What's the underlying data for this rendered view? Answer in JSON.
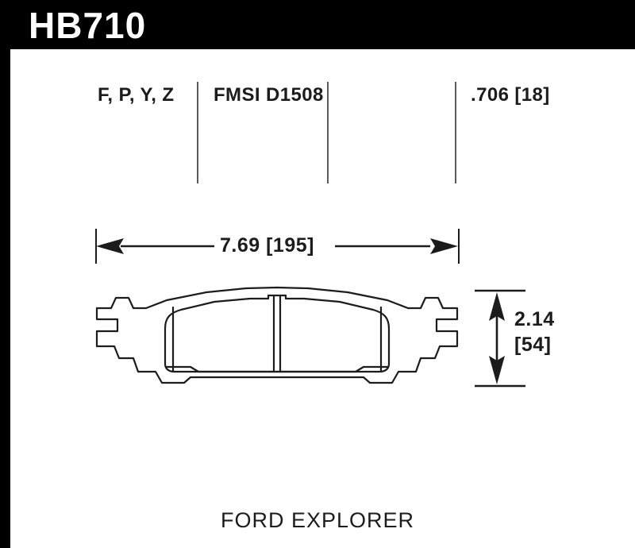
{
  "header": {
    "part_number": "HB710",
    "background_color": "#000000",
    "text_color": "#ffffff"
  },
  "spec_row": {
    "compounds": "F, P, Y, Z",
    "fmsi": "FMSI D1508",
    "thickness": ".706 [18]",
    "divider_color": "#5a5a5a"
  },
  "dimensions": {
    "width": {
      "label": "7.69 [195]",
      "inches": 7.69,
      "millimeters": 195,
      "orientation": "horizontal"
    },
    "height": {
      "label_line1": "2.14",
      "label_line2": "[54]",
      "inches": 2.14,
      "millimeters": 54,
      "orientation": "vertical"
    },
    "thickness": {
      "inches": 0.706,
      "millimeters": 18
    }
  },
  "drawing": {
    "part_type": "brake-pad",
    "line_color": "#1c1c1c",
    "fill_color": "#ffffff"
  },
  "caption": {
    "vehicle": "FORD EXPLORER"
  }
}
